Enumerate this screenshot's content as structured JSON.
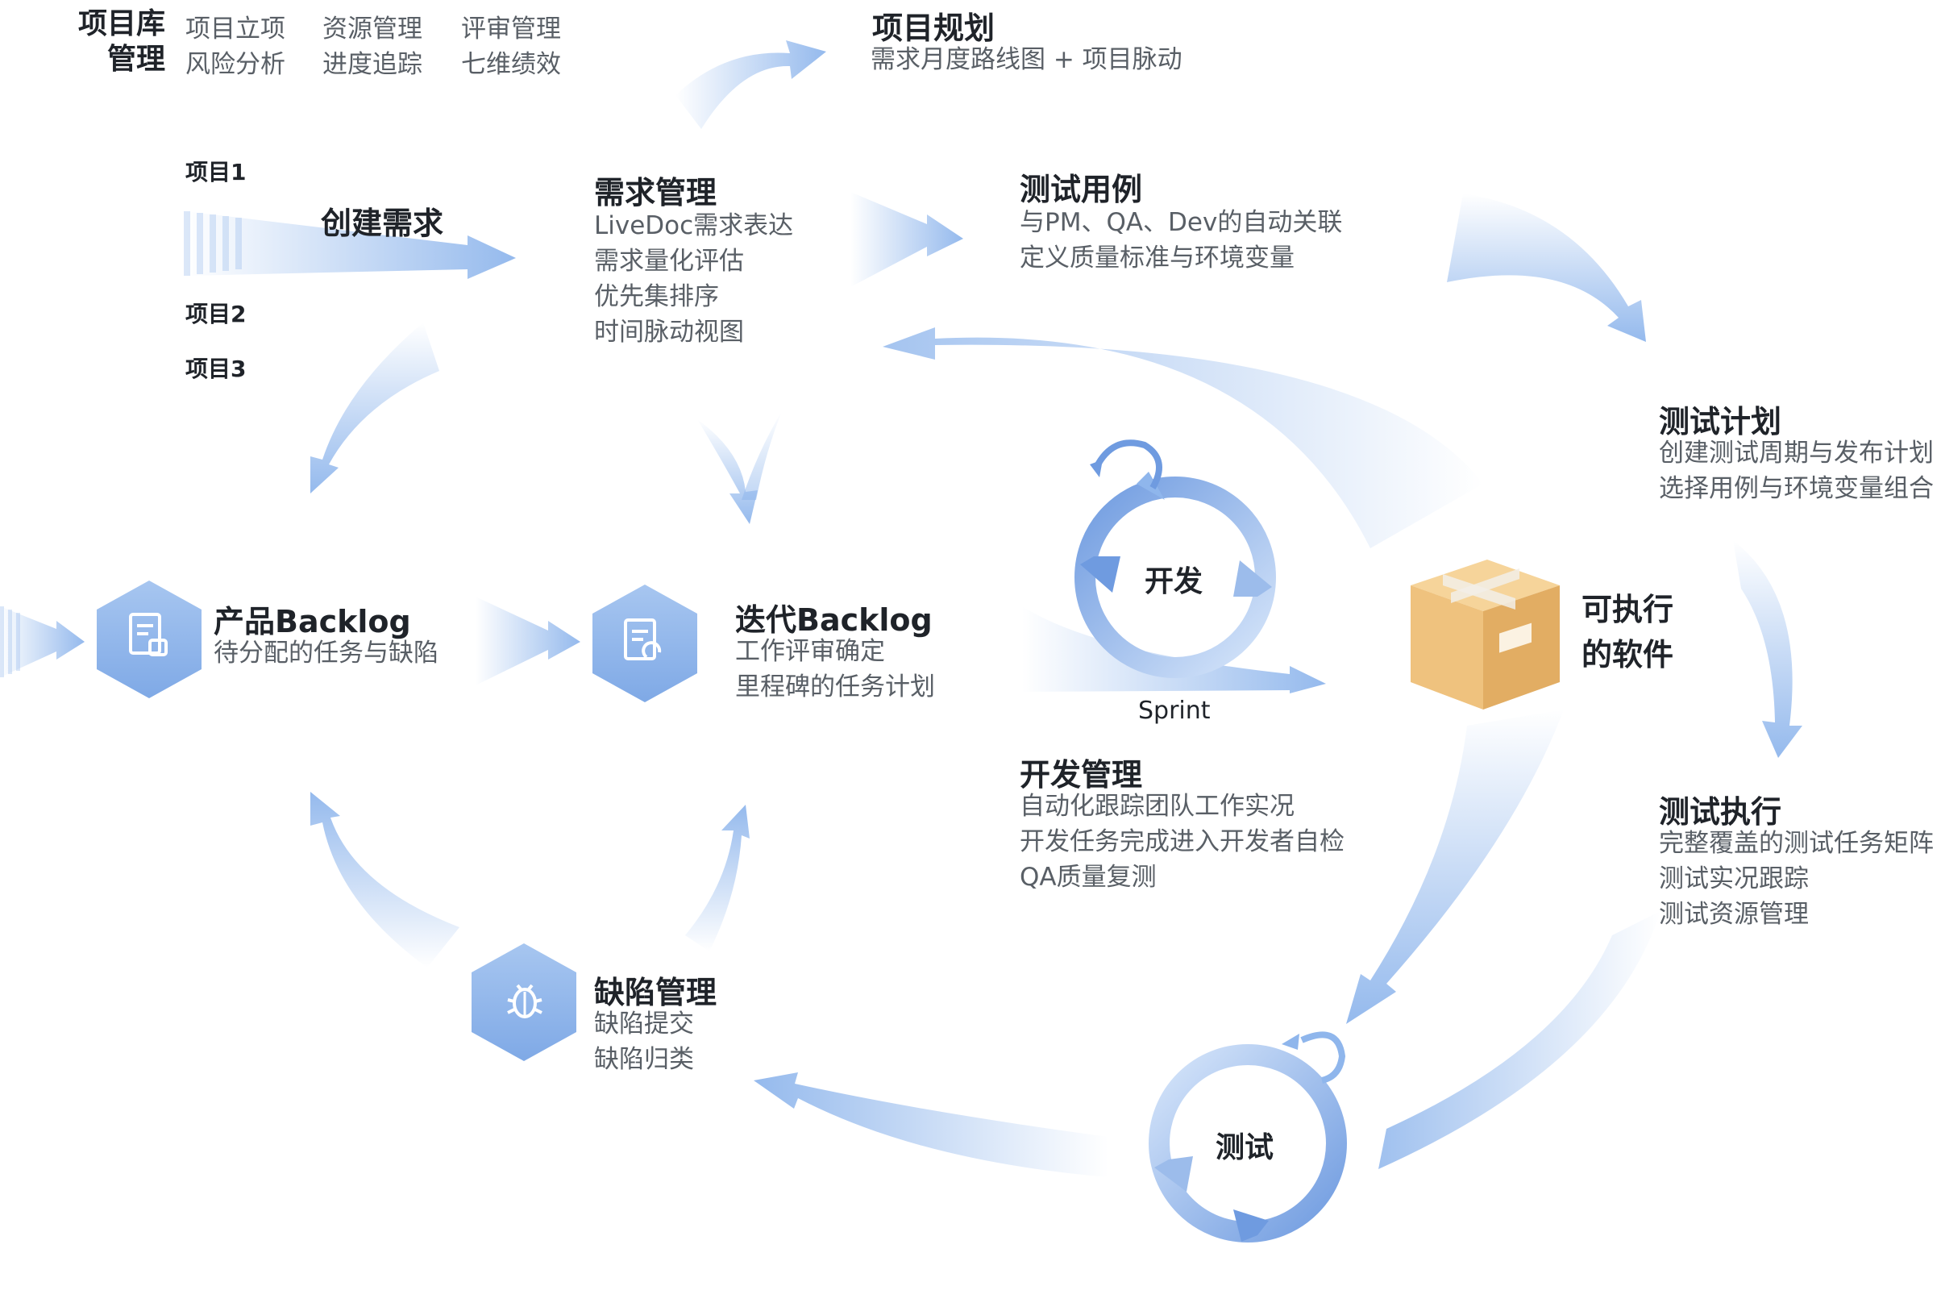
{
  "library": {
    "title_line1": "项目库",
    "title_line2": "管理",
    "items": [
      "项目立项",
      "资源管理",
      "评审管理",
      "风险分析",
      "进度追踪",
      "七维绩效"
    ]
  },
  "projects": [
    "项目1",
    "项目2",
    "项目3"
  ],
  "create_requirement": "创建需求",
  "planning": {
    "title": "项目规划",
    "desc": "需求月度路线图 + 项目脉动"
  },
  "requirements": {
    "title": "需求管理",
    "lines": [
      "LiveDoc需求表达",
      "需求量化评估",
      "优先集排序",
      "时间脉动视图"
    ]
  },
  "test_cases": {
    "title": "测试用例",
    "lines": [
      "与PM、QA、Dev的自动关联",
      "定义质量标准与环境变量"
    ]
  },
  "test_plan": {
    "title": "测试计划",
    "lines": [
      "创建测试周期与发布计划",
      "选择用例与环境变量组合"
    ]
  },
  "product_backlog": {
    "title": "产品Backlog",
    "lines": [
      "待分配的任务与缺陷"
    ]
  },
  "iteration_backlog": {
    "title": "迭代Backlog",
    "lines": [
      "工作评审确定",
      "里程碑的任务计划"
    ]
  },
  "dev_cycle": {
    "label": "开发",
    "sprint": "Sprint"
  },
  "software": {
    "line1": "可执行",
    "line2": "的软件"
  },
  "dev_mgmt": {
    "title": "开发管理",
    "lines": [
      "自动化跟踪团队工作实况",
      "开发任务完成进入开发者自检",
      "QA质量复测"
    ]
  },
  "test_exec": {
    "title": "测试执行",
    "lines": [
      "完整覆盖的测试任务矩阵",
      "测试实况跟踪",
      "测试资源管理"
    ]
  },
  "defect_mgmt": {
    "title": "缺陷管理",
    "lines": [
      "缺陷提交",
      "缺陷归类"
    ]
  },
  "test_cycle": {
    "label": "测试"
  },
  "colors": {
    "arrow": "#8fb6ec",
    "arrow_dark": "#6f9be0",
    "hex": "#8db5ea",
    "box": "#efc27e"
  },
  "icons": [
    "backlog-document-icon",
    "iteration-document-icon",
    "bug-icon",
    "package-box-icon",
    "cycle-arrow-icon"
  ]
}
